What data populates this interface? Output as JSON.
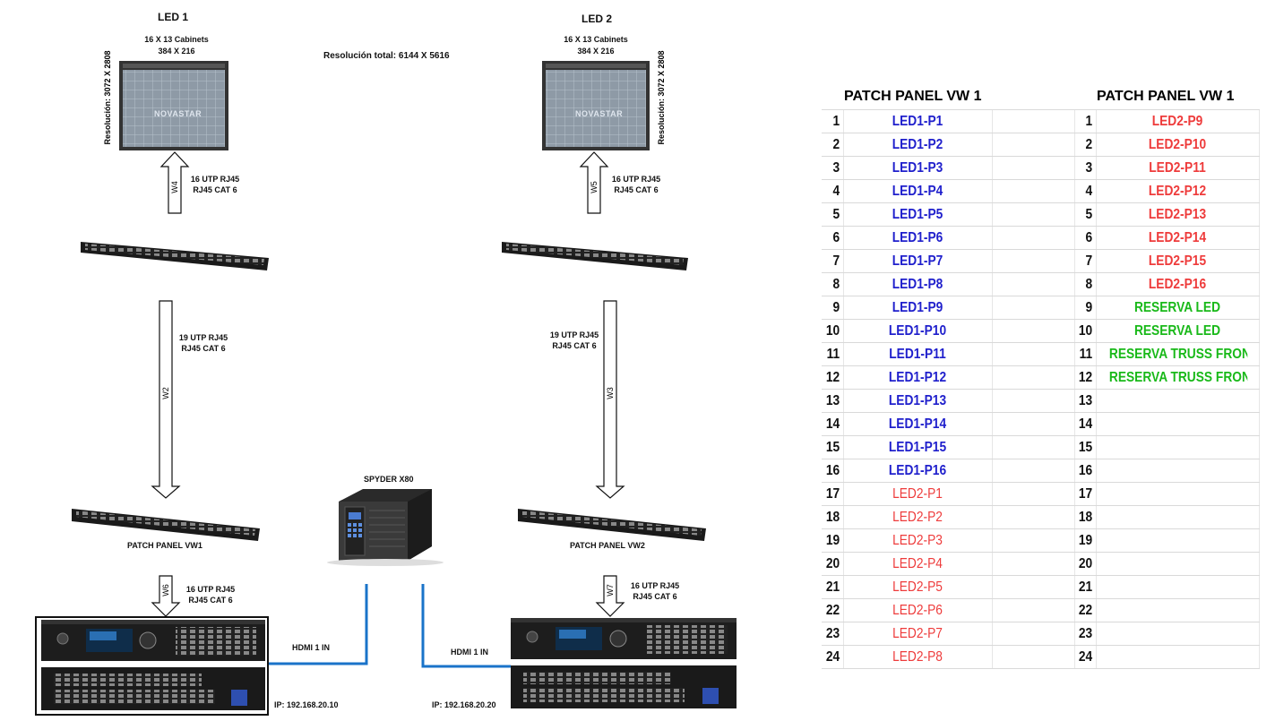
{
  "led1": {
    "title": "LED 1",
    "cabinets": "16 X 13 Cabinets",
    "res_small": "384 X 216",
    "resolution_vertical": "Resolución: 3072 X 2808",
    "screen_logo": "NOVASTAR"
  },
  "led2": {
    "title": "LED 2",
    "cabinets": "16 X 13 Cabinets",
    "res_small": "384 X 216",
    "resolution_vertical": "Resolución: 3072 X 2808",
    "screen_logo": "NOVASTAR"
  },
  "total_resolution": "Resolución total: 6144 X 5616",
  "links": {
    "w4": {
      "code": "W4",
      "line1": "16 UTP RJ45",
      "line2": "RJ45 CAT 6"
    },
    "w5": {
      "code": "W5",
      "line1": "16 UTP RJ45",
      "line2": "RJ45 CAT 6"
    },
    "w2": {
      "code": "W2",
      "line1": "19 UTP RJ45",
      "line2": "RJ45 CAT 6"
    },
    "w3": {
      "code": "W3",
      "line1": "19 UTP RJ45",
      "line2": "RJ45 CAT 6"
    },
    "w6": {
      "code": "W6",
      "line1": "16 UTP RJ45",
      "line2": "RJ45 CAT 6"
    },
    "w7": {
      "code": "W7",
      "line1": "16 UTP RJ45",
      "line2": "RJ45 CAT 6"
    }
  },
  "patch_panel_vw1": "PATCH PANEL VW1",
  "patch_panel_vw2": "PATCH PANEL VW2",
  "spyder": "SPYDER X80",
  "hdmi_left": "HDMI 1 IN",
  "hdmi_right": "HDMI 1 IN",
  "ip_left": "IP: 192.168.20.10",
  "ip_right": "IP: 192.168.20.20",
  "patch_table": {
    "header_left": "PATCH PANEL VW 1",
    "header_right": "PATCH PANEL VW 1",
    "rows": [
      {
        "n": "1",
        "left": "LED1-P1",
        "lc": "blue",
        "n2": "1",
        "right": "LED2-P9",
        "rc": "redb"
      },
      {
        "n": "2",
        "left": "LED1-P2",
        "lc": "blue",
        "n2": "2",
        "right": "LED2-P10",
        "rc": "redb"
      },
      {
        "n": "3",
        "left": "LED1-P3",
        "lc": "blue",
        "n2": "3",
        "right": "LED2-P11",
        "rc": "redb"
      },
      {
        "n": "4",
        "left": "LED1-P4",
        "lc": "blue",
        "n2": "4",
        "right": "LED2-P12",
        "rc": "redb"
      },
      {
        "n": "5",
        "left": "LED1-P5",
        "lc": "blue",
        "n2": "5",
        "right": "LED2-P13",
        "rc": "redb"
      },
      {
        "n": "6",
        "left": "LED1-P6",
        "lc": "blue",
        "n2": "6",
        "right": "LED2-P14",
        "rc": "redb"
      },
      {
        "n": "7",
        "left": "LED1-P7",
        "lc": "blue",
        "n2": "7",
        "right": "LED2-P15",
        "rc": "redb"
      },
      {
        "n": "8",
        "left": "LED1-P8",
        "lc": "blue",
        "n2": "8",
        "right": "LED2-P16",
        "rc": "redb"
      },
      {
        "n": "9",
        "left": "LED1-P9",
        "lc": "blue",
        "n2": "9",
        "right": "RESERVA LED",
        "rc": "green"
      },
      {
        "n": "10",
        "left": "LED1-P10",
        "lc": "blue",
        "n2": "10",
        "right": "RESERVA LED",
        "rc": "green"
      },
      {
        "n": "11",
        "left": "LED1-P11",
        "lc": "blue",
        "n2": "11",
        "right": "RESERVA TRUSS FRONTAL",
        "rc": "green"
      },
      {
        "n": "12",
        "left": "LED1-P12",
        "lc": "blue",
        "n2": "12",
        "right": "RESERVA TRUSS FRONTAL",
        "rc": "green"
      },
      {
        "n": "13",
        "left": "LED1-P13",
        "lc": "blue",
        "n2": "13",
        "right": "",
        "rc": ""
      },
      {
        "n": "14",
        "left": "LED1-P14",
        "lc": "blue",
        "n2": "14",
        "right": "",
        "rc": ""
      },
      {
        "n": "15",
        "left": "LED1-P15",
        "lc": "blue",
        "n2": "15",
        "right": "",
        "rc": ""
      },
      {
        "n": "16",
        "left": "LED1-P16",
        "lc": "blue",
        "n2": "16",
        "right": "",
        "rc": ""
      },
      {
        "n": "17",
        "left": "LED2-P1",
        "lc": "red",
        "n2": "17",
        "right": "",
        "rc": ""
      },
      {
        "n": "18",
        "left": "LED2-P2",
        "lc": "red",
        "n2": "18",
        "right": "",
        "rc": ""
      },
      {
        "n": "19",
        "left": "LED2-P3",
        "lc": "red",
        "n2": "19",
        "right": "",
        "rc": ""
      },
      {
        "n": "20",
        "left": "LED2-P4",
        "lc": "red",
        "n2": "20",
        "right": "",
        "rc": ""
      },
      {
        "n": "21",
        "left": "LED2-P5",
        "lc": "red",
        "n2": "21",
        "right": "",
        "rc": ""
      },
      {
        "n": "22",
        "left": "LED2-P6",
        "lc": "red",
        "n2": "22",
        "right": "",
        "rc": ""
      },
      {
        "n": "23",
        "left": "LED2-P7",
        "lc": "red",
        "n2": "23",
        "right": "",
        "rc": ""
      },
      {
        "n": "24",
        "left": "LED2-P8",
        "lc": "red",
        "n2": "24",
        "right": "",
        "rc": ""
      }
    ]
  },
  "colors": {
    "cable_blue": "#1a73c9",
    "led1_blue": "#1f1fcc",
    "led2_red": "#ee3b3b",
    "reserve_green": "#19b919"
  }
}
